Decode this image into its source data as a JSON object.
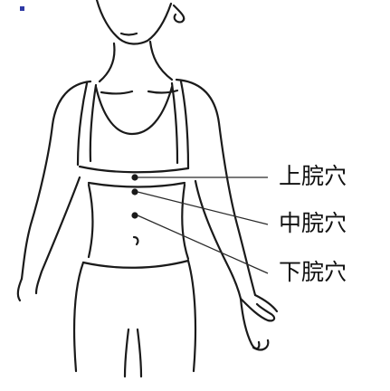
{
  "labels": {
    "upper": "上脘穴",
    "middle": "中脘穴",
    "lower": "下脘穴"
  },
  "colors": {
    "line": "#1a1a1a",
    "background": "#ffffff",
    "corner_mark": "#2f3aa5"
  }
}
